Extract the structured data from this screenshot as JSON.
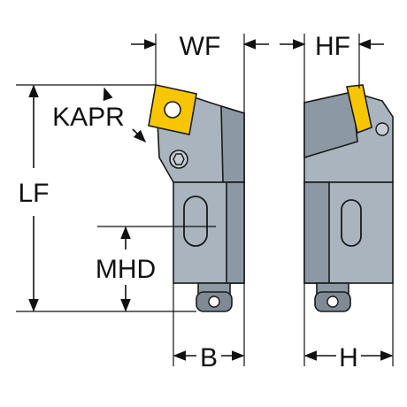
{
  "labels": {
    "wf": "WF",
    "hf": "HF",
    "kapr": "KAPR",
    "lf": "LF",
    "mhd": "MHD",
    "b": "B",
    "h": "H"
  },
  "colors": {
    "body": "#a9b4be",
    "shade": "#8c98a3",
    "insert": "#f7c600",
    "outline": "#1a1a1a",
    "line": "#111111"
  }
}
